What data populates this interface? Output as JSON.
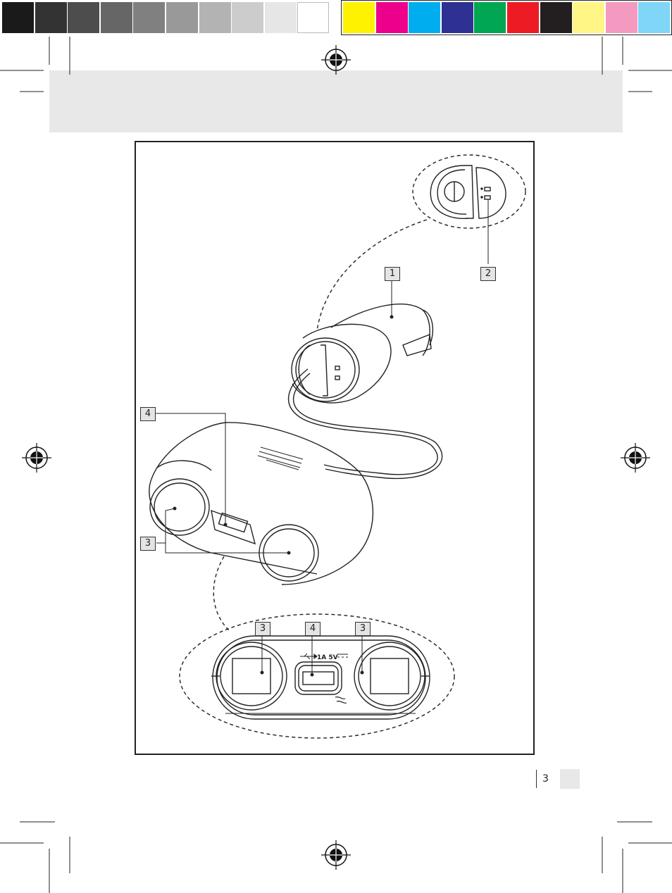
{
  "color_bar": {
    "greys": [
      "#1a1a1a",
      "#333333",
      "#4d4d4d",
      "#666666",
      "#808080",
      "#999999",
      "#b3b3b3",
      "#cccccc",
      "#e6e6e6",
      "#ffffff"
    ],
    "colors": [
      "#fff200",
      "#ec008c",
      "#00aeef",
      "#2e3192",
      "#00a651",
      "#ed1c24",
      "#231f20",
      "#fff685",
      "#f49ac1",
      "#7fd6f7"
    ]
  },
  "labels": {
    "plug": "1",
    "plug_tip": "2",
    "socket_left": "3",
    "usb_port": "4",
    "front_socket_left": "3",
    "front_usb": "4",
    "front_socket_right": "3"
  },
  "usb_marking": "1A 5V",
  "page_number": "3"
}
